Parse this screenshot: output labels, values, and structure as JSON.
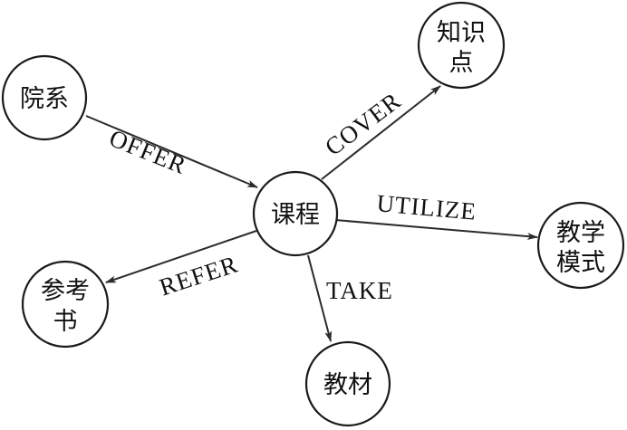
{
  "nodes": {
    "department": {
      "lines": [
        "院系"
      ]
    },
    "course": {
      "lines": [
        "课程"
      ]
    },
    "knowledge_point": {
      "lines": [
        "知识",
        "点"
      ]
    },
    "teaching_mode": {
      "lines": [
        "教学",
        "模式"
      ]
    },
    "reference_book": {
      "lines": [
        "参考",
        "书"
      ]
    },
    "textbook": {
      "lines": [
        "教材"
      ]
    }
  },
  "edges": [
    {
      "id": "offer",
      "label": "OFFER",
      "from": "department",
      "to": "course"
    },
    {
      "id": "cover",
      "label": "COVER",
      "from": "course",
      "to": "knowledge_point"
    },
    {
      "id": "utilize",
      "label": "UTILIZE",
      "from": "course",
      "to": "teaching_mode"
    },
    {
      "id": "refer",
      "label": "REFER",
      "from": "course",
      "to": "reference_book"
    },
    {
      "id": "take",
      "label": "TAKE",
      "from": "course",
      "to": "textbook"
    }
  ]
}
